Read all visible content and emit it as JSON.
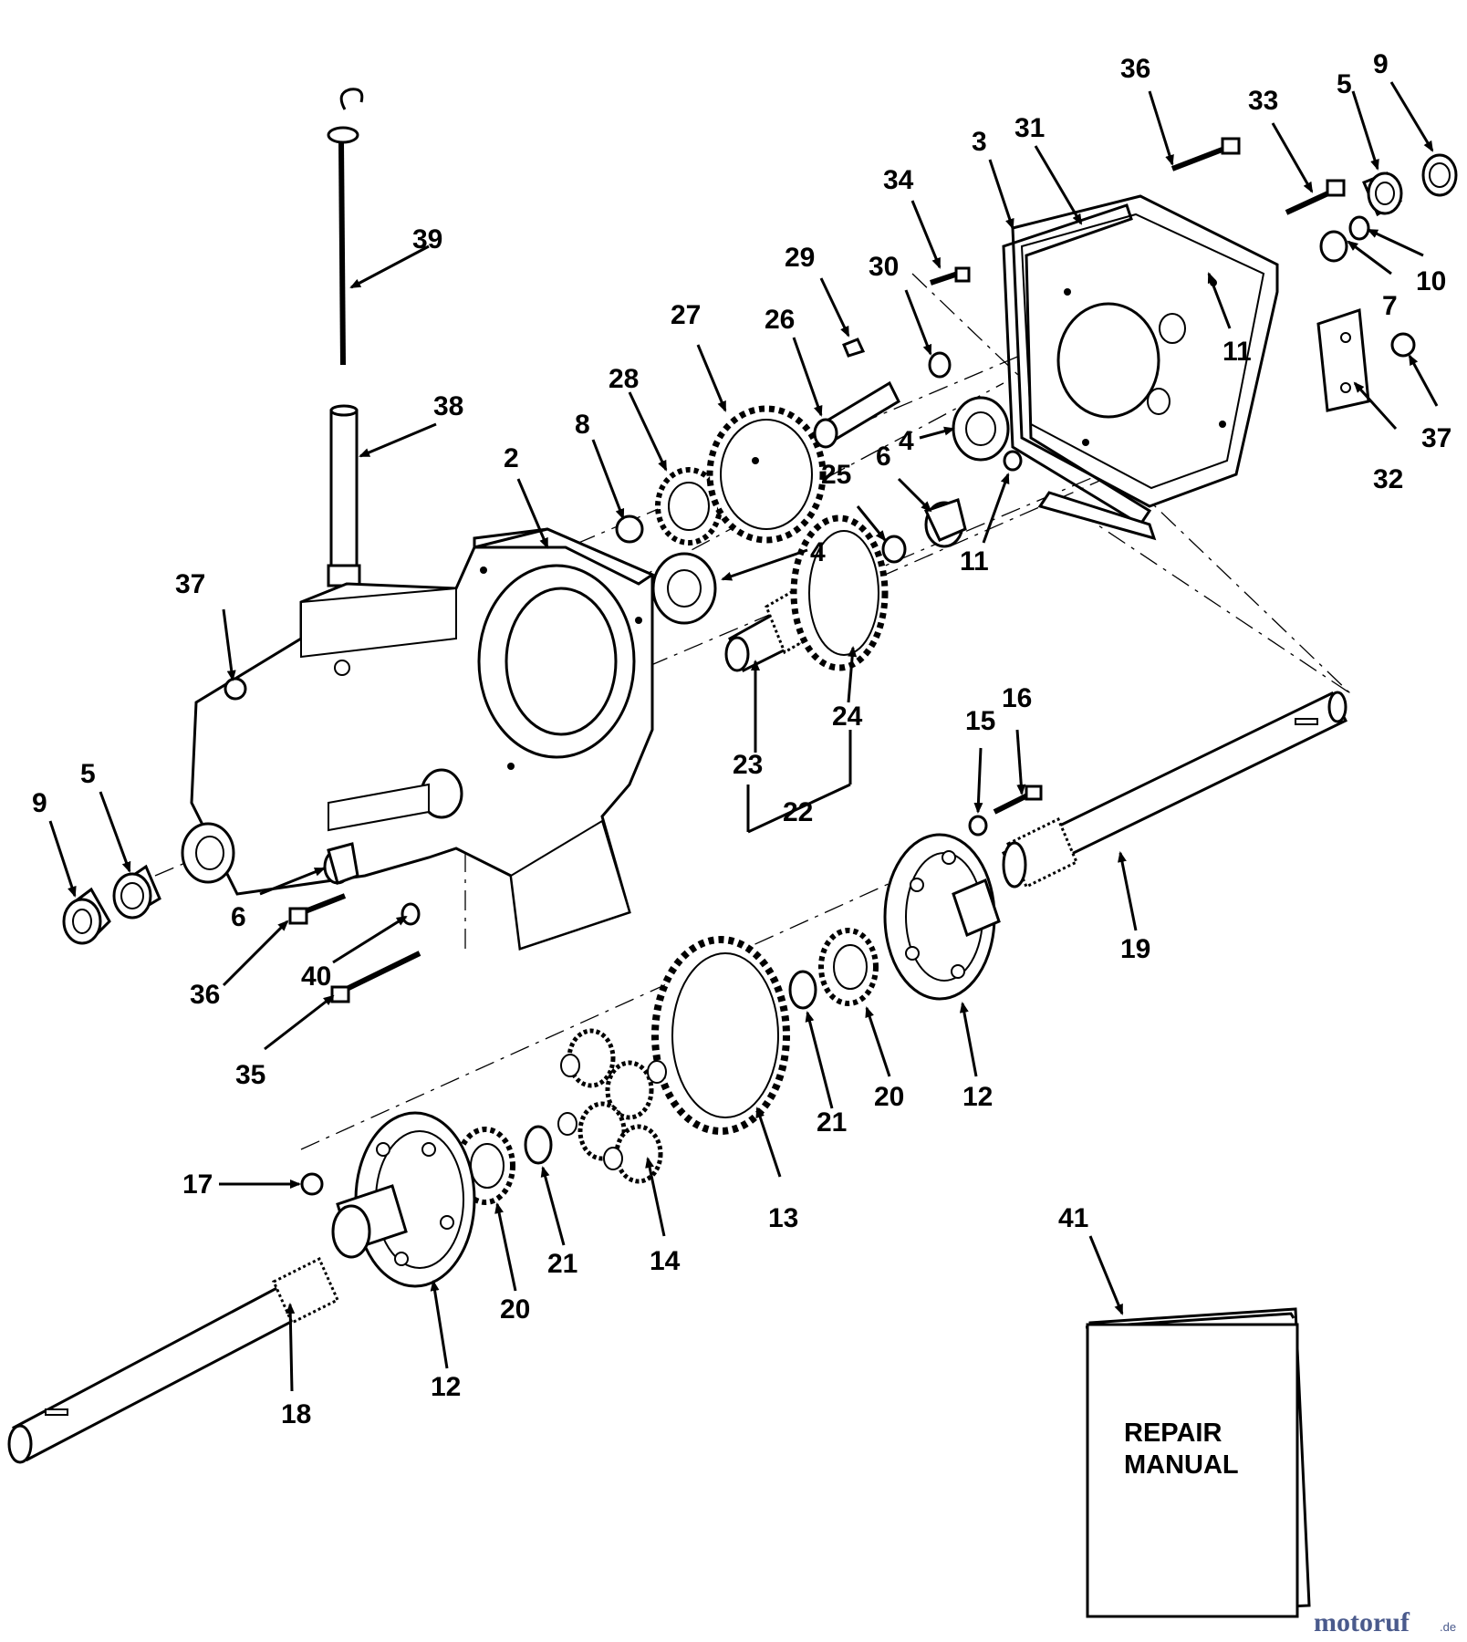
{
  "labels": {
    "l2": "2",
    "l3": "3",
    "l4a": "4",
    "l4b": "4",
    "l5a": "5",
    "l5b": "5",
    "l6a": "6",
    "l6b": "6",
    "l7": "7",
    "l8": "8",
    "l9a": "9",
    "l9b": "9",
    "l10": "10",
    "l11a": "11",
    "l11b": "11",
    "l12a": "12",
    "l12b": "12",
    "l13": "13",
    "l14": "14",
    "l15": "15",
    "l16": "16",
    "l17": "17",
    "l18": "18",
    "l19": "19",
    "l20a": "20",
    "l20b": "20",
    "l21a": "21",
    "l21b": "21",
    "l22": "22",
    "l23": "23",
    "l24": "24",
    "l25": "25",
    "l26": "26",
    "l27": "27",
    "l28": "28",
    "l29": "29",
    "l30": "30",
    "l31": "31",
    "l32": "32",
    "l33": "33",
    "l34": "34",
    "l35": "35",
    "l36a": "36",
    "l36b": "36",
    "l37a": "37",
    "l37b": "37",
    "l38": "38",
    "l39": "39",
    "l40": "40",
    "l41": "41"
  },
  "manual": {
    "line1": "REPAIR",
    "line2": "MANUAL"
  },
  "watermark": {
    "text": "motoruf",
    "suffix": ".de"
  },
  "colors": {
    "ink": "#000000",
    "paper": "#ffffff",
    "wm_dark": "#4a5a8c",
    "wm_accent": "#e07020"
  }
}
